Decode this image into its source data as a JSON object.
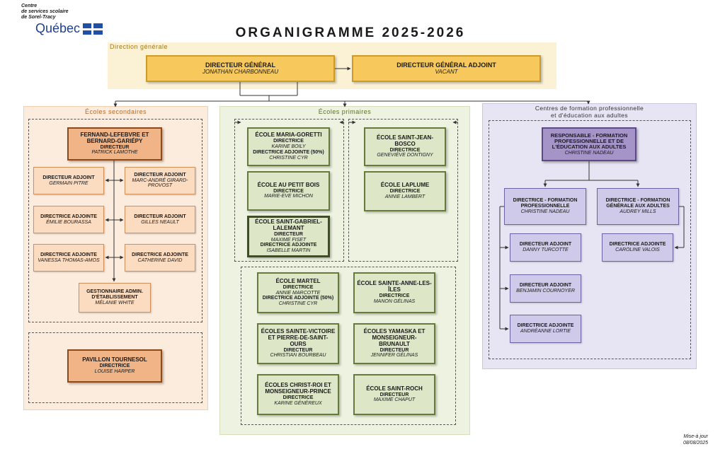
{
  "logo": {
    "line1": "Centre",
    "line2": "de services scolaire",
    "line3": "de Sorel-Tracy",
    "word": "Québec"
  },
  "title": "ORGANIGRAMME 2025-2026",
  "direction": {
    "label": "Direction générale",
    "dg": {
      "title": "DIRECTEUR GÉNÉRAL",
      "name": "JONATHAN CHARBONNEAU"
    },
    "dga": {
      "title": "DIRECTEUR GÉNÉRAL ADJOINT",
      "name": "VACANT"
    }
  },
  "secondaires": {
    "label": "Écoles secondaires",
    "main": {
      "title": "FERNAND-LEFEBVRE ET BERNARD-GARIÉPY",
      "role": "DIRECTEUR",
      "name": "PATRICK LAMOTHE"
    },
    "adjoints": [
      {
        "role": "DIRECTEUR ADJOINT",
        "name": "GERMAIN PITRE"
      },
      {
        "role": "DIRECTEUR ADJOINT",
        "name": "MARC-ANDRÉ GIRARD-PROVOST"
      },
      {
        "role": "DIRECTRICE ADJOINTE",
        "name": "ÉMILIE BOURASSA"
      },
      {
        "role": "DIRECTEUR ADJOINT",
        "name": "GILLES NEAULT"
      },
      {
        "role": "DIRECTRICE ADJOINTE",
        "name": "VANESSA THOMAS-AMOS"
      },
      {
        "role": "DIRECTRICE ADJOINTE",
        "name": "CATHERINE DAVID"
      }
    ],
    "gestionnaire": {
      "role": "GESTIONNAIRE ADMIN. D'ÉTABLISSEMENT",
      "name": "MÉLANIE WHITE"
    },
    "pavillon": {
      "title": "PAVILLON TOURNESOL",
      "role": "DIRECTRICE",
      "name": "LOUISE HARPER"
    }
  },
  "primaires": {
    "label": "Écoles primaires",
    "maria_goretti": {
      "title": "ÉCOLE MARIA-GORETTI",
      "role1": "DIRECTRICE",
      "name1": "KARINE BOILY",
      "role2": "DIRECTRICE ADJOINTE (50%)",
      "name2": "CHRISTINE CYR"
    },
    "petit_bois": {
      "title": "ÉCOLE AU PETIT BOIS",
      "role": "DIRECTRICE",
      "name": "MARIE-EVE MICHON"
    },
    "saint_gabriel": {
      "title": "ÉCOLE SAINT-GABRIEL-LALEMANT",
      "role1": "DIRECTEUR",
      "name1": "MAXIME FISET",
      "role2": "DIRECTRICE ADJOINTE",
      "name2": "ISABELLE MARTIN"
    },
    "saint_jean_bosco": {
      "title": "ÉCOLE SAINT-JEAN-BOSCO",
      "role": "DIRECTRICE",
      "name": "GENEVIÈVE DONTIGNY"
    },
    "laplume": {
      "title": "ÉCOLE LAPLUME",
      "role": "DIRECTRICE",
      "name": "ANNIE LAMBERT"
    },
    "martel": {
      "title": "ÉCOLE MARTEL",
      "role1": "DIRECTRICE",
      "name1": "ANNIE MARCOTTE",
      "role2": "DIRECTRICE ADJOINTE (50%)",
      "name2": "CHRISTINE CYR"
    },
    "sainte_anne": {
      "title": "ÉCOLE SAINTE-ANNE-LES-ÎLES",
      "role": "DIRECTRICE",
      "name": "MANON GÉLINAS"
    },
    "sainte_victoire": {
      "title": "ÉCOLES SAINTE-VICTOIRE ET PIERRE-DE-SAINT-OURS",
      "role": "DIRECTEUR",
      "name": "CHRISTIAN BOURBEAU"
    },
    "yamaska": {
      "title": "ÉCOLES YAMASKA ET MONSEIGNEUR-BRUNAULT",
      "role": "DIRECTEUR",
      "name": "JENNIFER GÉLINAS"
    },
    "christ_roi": {
      "title": "ÉCOLES CHRIST-ROI ET MONSEIGNEUR-PRINCE",
      "role": "DIRECTRICE",
      "name": "KARINE GÉNÉREUX"
    },
    "saint_roch": {
      "title": "ÉCOLE SAINT-ROCH",
      "role": "DIRECTEUR",
      "name": "MAXIME CHAPUT"
    }
  },
  "formation": {
    "label1": "Centres de formation professionnelle",
    "label2": "et d'éducation aux adultes",
    "responsable": {
      "title": "RESPONSABLE - FORMATION PROFESSIONNELLE ET DE L'ÉDUCATION AUX ADULTES",
      "name": "CHRISTINE NADEAU"
    },
    "fp": {
      "title": "DIRECTRICE - FORMATION PROFESSIONNELLE",
      "name": "CHRISTINE NADEAU"
    },
    "fga": {
      "title": "DIRECTRICE - FORMATION GÉNÉRALE AUX ADULTES",
      "name": "AUDREY MILLS"
    },
    "fp_adjoints": [
      {
        "role": "DIRECTEUR ADJOINT",
        "name": "DANNY TURCOTTE"
      },
      {
        "role": "DIRECTEUR ADJOINT",
        "name": "BENJAMIN COURNOYER"
      },
      {
        "role": "DIRECTRICE ADJOINTE",
        "name": "ANDRÉANNE LORTIE"
      }
    ],
    "fga_adjoint": {
      "role": "DIRECTRICE ADJOINTE",
      "name": "CAROLINE VALOIS"
    }
  },
  "update": {
    "label": "Mise-à jour",
    "date": "08/08/2025"
  }
}
